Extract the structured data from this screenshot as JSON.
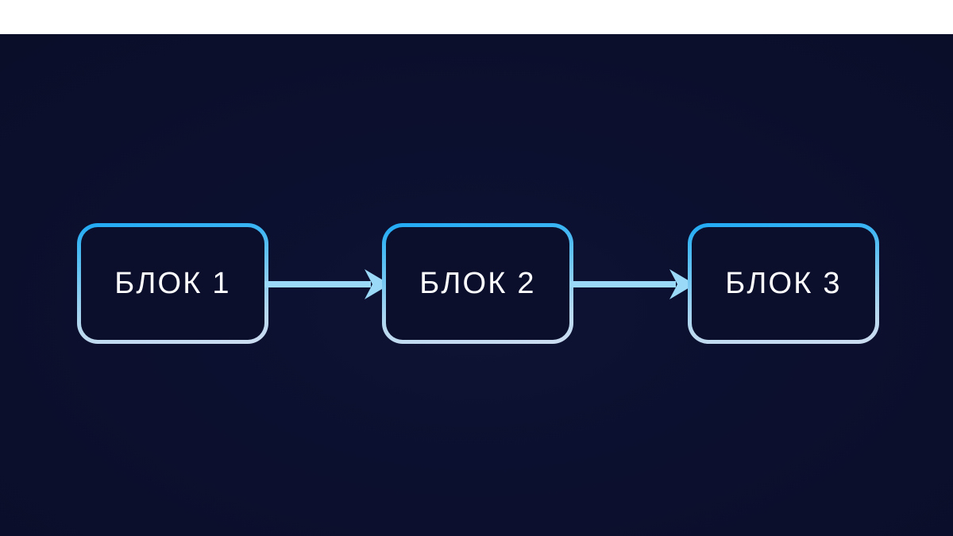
{
  "slide": {
    "background_color": "#0c1030",
    "top_band_color": "#ffffff",
    "accent_top_color": "#1fa9f4",
    "accent_bottom_color": "#ccdcf0",
    "arrow_color": "#9ad9f7",
    "label_color": "#ffffff"
  },
  "diagram": {
    "type": "flowchart",
    "orientation": "horizontal",
    "nodes": [
      {
        "id": "block-1",
        "label": "БЛОК 1"
      },
      {
        "id": "block-2",
        "label": "БЛОК 2"
      },
      {
        "id": "block-3",
        "label": "БЛОК 3"
      }
    ],
    "connectors": [
      {
        "id": "arrow-1",
        "from": "block-1",
        "to": "block-2",
        "style": "solid-arrow",
        "direction": "right"
      },
      {
        "id": "arrow-2",
        "from": "block-2",
        "to": "block-3",
        "style": "solid-arrow",
        "direction": "right"
      }
    ]
  }
}
